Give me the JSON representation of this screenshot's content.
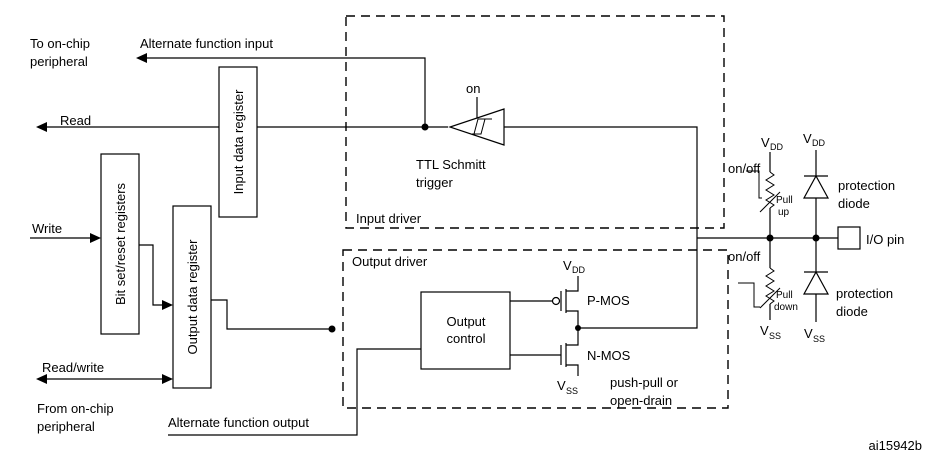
{
  "labels": {
    "to_onchip": "To on-chip",
    "peripheral_top": "peripheral",
    "alt_in": "Alternate function input",
    "read": "Read",
    "write": "Write",
    "read_write": "Read/write",
    "from_onchip": "From on-chip",
    "peripheral_bottom": "peripheral",
    "alt_out": "Alternate function output",
    "input_data_reg": "Input data register",
    "bit_set_reset": "Bit set/reset registers",
    "output_data_reg": "Output data register",
    "on": "on",
    "ttl1": "TTL Schmitt",
    "ttl2": "trigger",
    "input_driver": "Input driver",
    "output_driver": "Output driver",
    "output_ctrl1": "Output",
    "output_ctrl2": "control",
    "pmos": "P-MOS",
    "nmos": "N-MOS",
    "pushpull1": "push-pull or",
    "pushpull2": "open-drain",
    "on_off_top": "on/off",
    "on_off_bottom": "on/off",
    "pull_up_1": "Pull",
    "pull_up_2": "up",
    "pull_down_1": "Pull",
    "pull_down_2": "down",
    "protection_top_1": "protection",
    "protection_top_2": "diode",
    "protection_bottom_1": "protection",
    "protection_bottom_2": "diode",
    "io_pin": "I/O pin",
    "v": "V",
    "dd": "DD",
    "ss": "SS",
    "figure_id": "ai15942b"
  }
}
